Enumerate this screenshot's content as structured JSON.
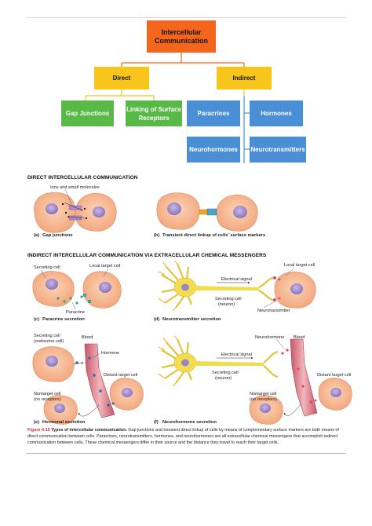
{
  "flowchart": {
    "root": "Intercellular Communication",
    "direct": "Direct",
    "indirect": "Indirect",
    "gap_junctions": "Gap Junctions",
    "linking": "Linking of Surface Receptors",
    "paracrines": "Paracrines",
    "hormones": "Hormones",
    "neurohormones": "Neurohormones",
    "neurotransmitters": "Neurotransmitters"
  },
  "colors": {
    "orange": "#f4661b",
    "yellow": "#f7c51b",
    "green": "#58b947",
    "blue": "#4a8fd6",
    "cell_fill": "#f6b38c",
    "nucleus": "#9a86c6",
    "neuron": "#f2dc4f",
    "blood_vessel": "#e8a0a8"
  },
  "figure": {
    "direct_heading": "DIRECT INTERCELLULAR COMMUNICATION",
    "indirect_heading": "INDIRECT INTERCELLULAR COMMUNICATION VIA EXTRACELLULAR CHEMICAL MESSENGERS",
    "panel_a": {
      "letter": "(a)",
      "title": "Gap junctions",
      "label": "Ions and small molecules"
    },
    "panel_b": {
      "letter": "(b)",
      "title": "Transient direct linkup of cells' surface markers"
    },
    "panel_c": {
      "letter": "(c)",
      "title": "Paracrine secretion",
      "secreting": "Secreting cell",
      "target": "Local target cell",
      "paracrine": "Paracrine"
    },
    "panel_d": {
      "letter": "(d)",
      "title": "Neurotransmitter secretion",
      "target": "Local target cell",
      "signal": "Electrical signal",
      "secreting_1": "Secreting cell",
      "secreting_2": "(neuron)",
      "nt": "Neurotransmitter"
    },
    "panel_e": {
      "letter": "(e)",
      "title": "Hormonal secretion",
      "secreting_1": "Secreting cell",
      "secreting_2": "(endocrine cell)",
      "blood": "Blood",
      "hormone": "Hormone",
      "distant": "Distant target cell",
      "nontarget_1": "Nontarget cell",
      "nontarget_2": "(no receptors)"
    },
    "panel_f": {
      "letter": "(f)",
      "title": "Neurohormone secretion",
      "neurohormone": "Neurohormone",
      "blood": "Blood",
      "signal": "Electrical signal",
      "secreting_1": "Secreting cell",
      "secreting_2": "(neuron)",
      "distant": "Distant target cell",
      "nontarget_1": "Nontarget cell",
      "nontarget_2": "(no receptors)"
    }
  },
  "caption": {
    "label": "Figure 4-19",
    "title": "Types of intercellular communication.",
    "body": "Gap junctions and transient direct linkup of cells by means of complementary surface markers are both means of direct communication between cells. Paracrines, neurotransmitters, hormones, and neurohormones are all extracellular chemical messengers that accomplish indirect communication between cells. These chemical messengers differ in their source and the distance they travel to reach their target cells."
  }
}
